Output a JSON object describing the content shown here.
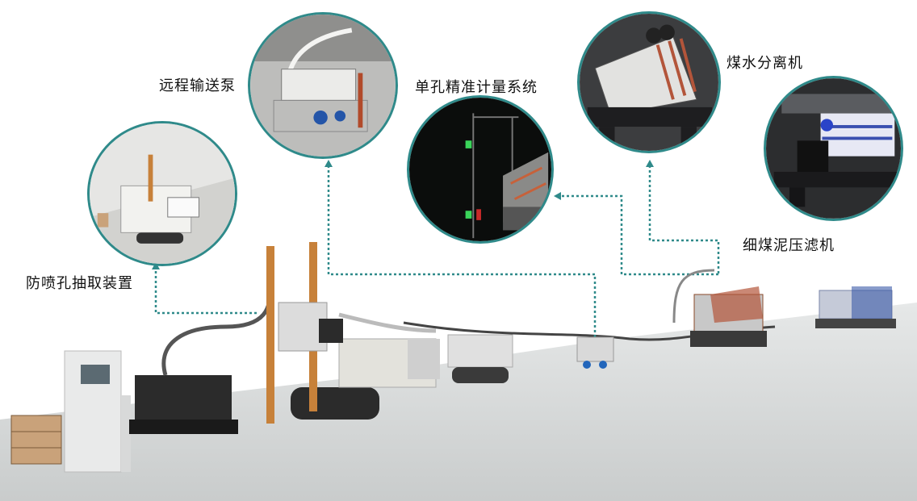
{
  "labels": {
    "anti_spray": "防喷孔抽取装置",
    "remote_pump": "远程输送泵",
    "metering": "单孔精准计量系统",
    "separator": "煤水分离机",
    "filter_press": "细煤泥压滤机"
  },
  "colors": {
    "callout_border": "#2f8a8a",
    "connector": "#2f8a8a",
    "floor": "#d9dcdc"
  }
}
